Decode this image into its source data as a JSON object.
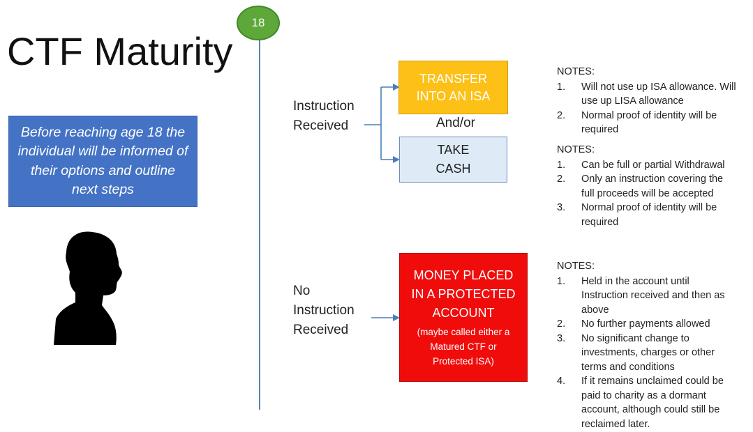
{
  "title": "CTF Maturity",
  "age_badge": "18",
  "info_box_text": "Before reaching age 18 the individual will be informed of their options and outline next steps",
  "instruction_label": [
    "Instruction",
    "Received"
  ],
  "no_instruction_label": [
    "No",
    "Instruction",
    "Received"
  ],
  "transfer_box": [
    "TRANSFER",
    "INTO AN ISA"
  ],
  "and_or": "And/or",
  "cash_box": [
    "TAKE",
    "CASH"
  ],
  "protected_box": {
    "main": [
      "MONEY PLACED",
      "IN A PROTECTED",
      "ACCOUNT"
    ],
    "sub": [
      "(maybe called either a",
      "Matured CTF or",
      "Protected ISA)"
    ]
  },
  "notes": [
    {
      "heading": "NOTES:",
      "items": [
        {
          "n": "1.",
          "lines": [
            "Will not use up ISA allowance. Will",
            "use up LISA allowance"
          ]
        },
        {
          "n": "2.",
          "lines": [
            "Normal proof of identity will be",
            "required"
          ]
        }
      ]
    },
    {
      "heading": "NOTES:",
      "items": [
        {
          "n": "1.",
          "lines": [
            "Can be full or partial Withdrawal"
          ]
        },
        {
          "n": "2.",
          "lines": [
            "Only an instruction covering the",
            "full proceeds will be accepted"
          ]
        },
        {
          "n": "3.",
          "lines": [
            "Normal proof of identity will be",
            "required"
          ]
        }
      ]
    },
    {
      "heading": "NOTES:",
      "items": [
        {
          "n": "1.",
          "lines": [
            "Held in the account until",
            "Instruction received and then as",
            "above"
          ]
        },
        {
          "n": "2.",
          "lines": [
            "No further payments allowed"
          ]
        },
        {
          "n": "3.",
          "lines": [
            "No significant change to",
            "investments, charges or other",
            "terms and conditions"
          ]
        },
        {
          "n": "4.",
          "lines": [
            "If it remains unclaimed could be",
            "paid to charity as a dormant",
            "account, although could still be",
            "reclaimed later."
          ]
        }
      ]
    }
  ],
  "colors": {
    "badge": "#5ea83a",
    "info_box": "#4473c5",
    "transfer_box": "#fcc016",
    "cash_box": "#deebf7",
    "protected_box": "#f10c0c",
    "timeline": "#5b80b3",
    "arrow": "#4a7ebb"
  },
  "icons": {
    "person": "person-silhouette-icon"
  }
}
